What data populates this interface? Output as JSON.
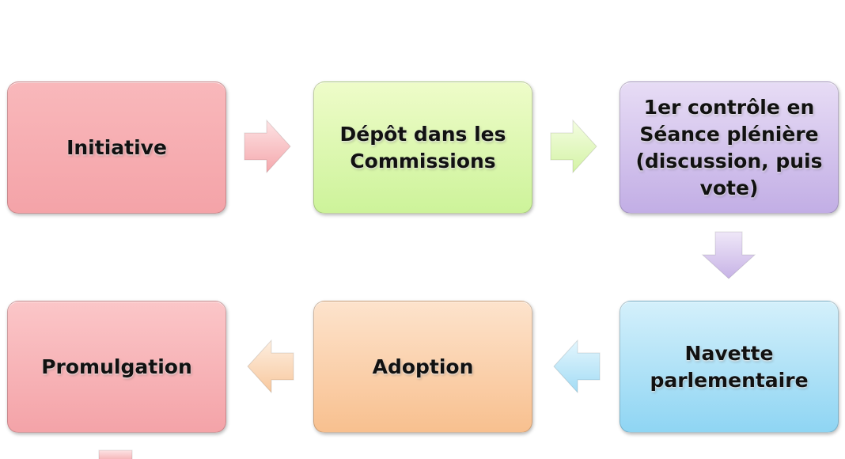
{
  "diagram": {
    "nodes": [
      {
        "id": "initiative",
        "label": "Initiative",
        "color_top": "#f9b8bb",
        "color_bottom": "#f4a3a8"
      },
      {
        "id": "depot",
        "label": "Dépôt dans les\nCommissions",
        "color_top": "#eefcc9",
        "color_bottom": "#cdf39a"
      },
      {
        "id": "controle",
        "label": "1er contrôle en\nSéance plénière\n(discussion, puis\nvote)",
        "color_top": "#e7dcf5",
        "color_bottom": "#c2aee5"
      },
      {
        "id": "navette",
        "label": "Navette\nparlementaire",
        "color_top": "#d4f0fb",
        "color_bottom": "#8fd5f3"
      },
      {
        "id": "adoption",
        "label": "Adoption",
        "color_top": "#fde3cc",
        "color_bottom": "#f8c08f"
      },
      {
        "id": "promulgation",
        "label": "Promulgation",
        "color_top": "#fbc6c8",
        "color_bottom": "#f4a3a8"
      }
    ],
    "arrows": [
      {
        "id": "initiative-to-depot",
        "direction": "right",
        "color_top": "#fde3e4",
        "color_bottom": "#f5a8ad"
      },
      {
        "id": "depot-to-controle",
        "direction": "right",
        "color_top": "#f4fde2",
        "color_bottom": "#d4f3a5"
      },
      {
        "id": "controle-to-navette",
        "direction": "down",
        "color_top": "#efe7f8",
        "color_bottom": "#c7b3e6"
      },
      {
        "id": "navette-to-adoption",
        "direction": "left",
        "color_top": "#e4f6fd",
        "color_bottom": "#a3dcf5"
      },
      {
        "id": "adoption-to-promulgation",
        "direction": "left",
        "color_top": "#fdeee0",
        "color_bottom": "#f8c89e"
      },
      {
        "id": "promulgation-down",
        "direction": "down",
        "color_top": "#fde3e4",
        "color_bottom": "#f5b0b4"
      }
    ]
  }
}
